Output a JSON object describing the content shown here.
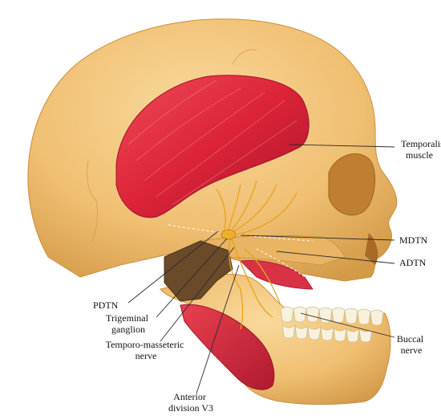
{
  "labels": {
    "temporalis_line1": "Temporalis",
    "temporalis_line2": "muscle",
    "mdtn": "MDTN",
    "adtn": "ADTN",
    "pdtn": "PDTN",
    "trigeminal_line1": "Trigeminal",
    "trigeminal_line2": "ganglion",
    "temporo_line1": "Temporo-masseteric",
    "temporo_line2": "nerve",
    "buccal_line1": "Buccal",
    "buccal_line2": "nerve",
    "anterior_line1": "Anterior",
    "anterior_line2": "division V3"
  },
  "colors": {
    "bone": "#f1c27a",
    "bone_dark": "#d9a352",
    "muscle": "#e0243a",
    "muscle_dark": "#a8122a",
    "nerve": "#e8a21c",
    "teeth": "#f7f1de",
    "background": "#ffffff"
  }
}
